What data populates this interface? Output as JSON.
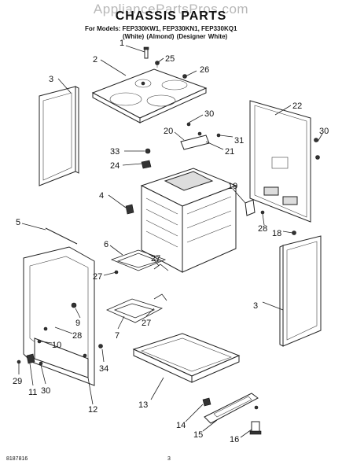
{
  "header": {
    "watermark": "AppliancePartsPros.com",
    "title": "CHASSIS PARTS",
    "models_line": "For Models: FEP330KW1, FEP330KN1, FEP330KQ1",
    "colors_line": "(White)      (Almond) (Designer White)"
  },
  "callouts": {
    "c1": "1",
    "c2": "2",
    "c3a": "3",
    "c3b": "3",
    "c4": "4",
    "c5": "5",
    "c6": "6",
    "c7": "7",
    "c9": "9",
    "c10": "10",
    "c11": "11",
    "c12": "12",
    "c13": "13",
    "c14": "14",
    "c15": "15",
    "c16": "16",
    "c18": "18",
    "c19": "19",
    "c20": "20",
    "c21": "21",
    "c22": "22",
    "c24": "24",
    "c25": "25",
    "c26": "26",
    "c27a": "27",
    "c27b": "27",
    "c27c": "27",
    "c28a": "28",
    "c28b": "28",
    "c29": "29",
    "c30a": "30",
    "c30b": "30",
    "c30c": "30",
    "c31": "31",
    "c33": "33",
    "c34": "34"
  },
  "footer": {
    "doc_number": "8187816",
    "page_number": "3"
  }
}
